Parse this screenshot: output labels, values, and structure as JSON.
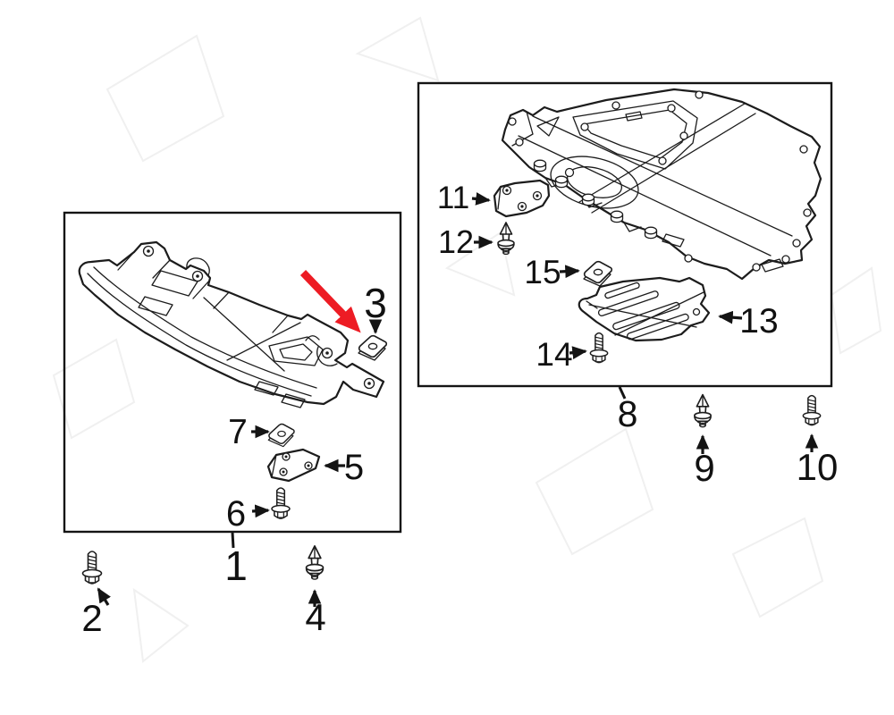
{
  "palette": {
    "background": "#ffffff",
    "line": "#1c1c1c",
    "box_border": "#141414",
    "label_text": "#111111",
    "highlight_arrow": "#ed1c24",
    "watermark": "#f0f0f0"
  },
  "highlight_arrow": {
    "points_to_part": "3",
    "color": "#ed1c24"
  },
  "callouts": {
    "p1": {
      "label": "1",
      "part": "front-splash-shield"
    },
    "p2": {
      "label": "2",
      "part": "flange-screw"
    },
    "p3": {
      "label": "3",
      "part": "clip-nut"
    },
    "p4": {
      "label": "4",
      "part": "push-clip"
    },
    "p5": {
      "label": "5",
      "part": "cover-plate"
    },
    "p6": {
      "label": "6",
      "part": "flange-bolt"
    },
    "p7": {
      "label": "7",
      "part": "clip-nut"
    },
    "p8": {
      "label": "8",
      "part": "engine-under-cover"
    },
    "p9": {
      "label": "9",
      "part": "push-clip"
    },
    "p10": {
      "label": "10",
      "part": "flange-screw"
    },
    "p11": {
      "label": "11",
      "part": "cover-plate"
    },
    "p12": {
      "label": "12",
      "part": "push-clip"
    },
    "p13": {
      "label": "13",
      "part": "lower-engine-shield"
    },
    "p14": {
      "label": "14",
      "part": "flange-bolt"
    },
    "p15": {
      "label": "15",
      "part": "clip-nut"
    }
  }
}
